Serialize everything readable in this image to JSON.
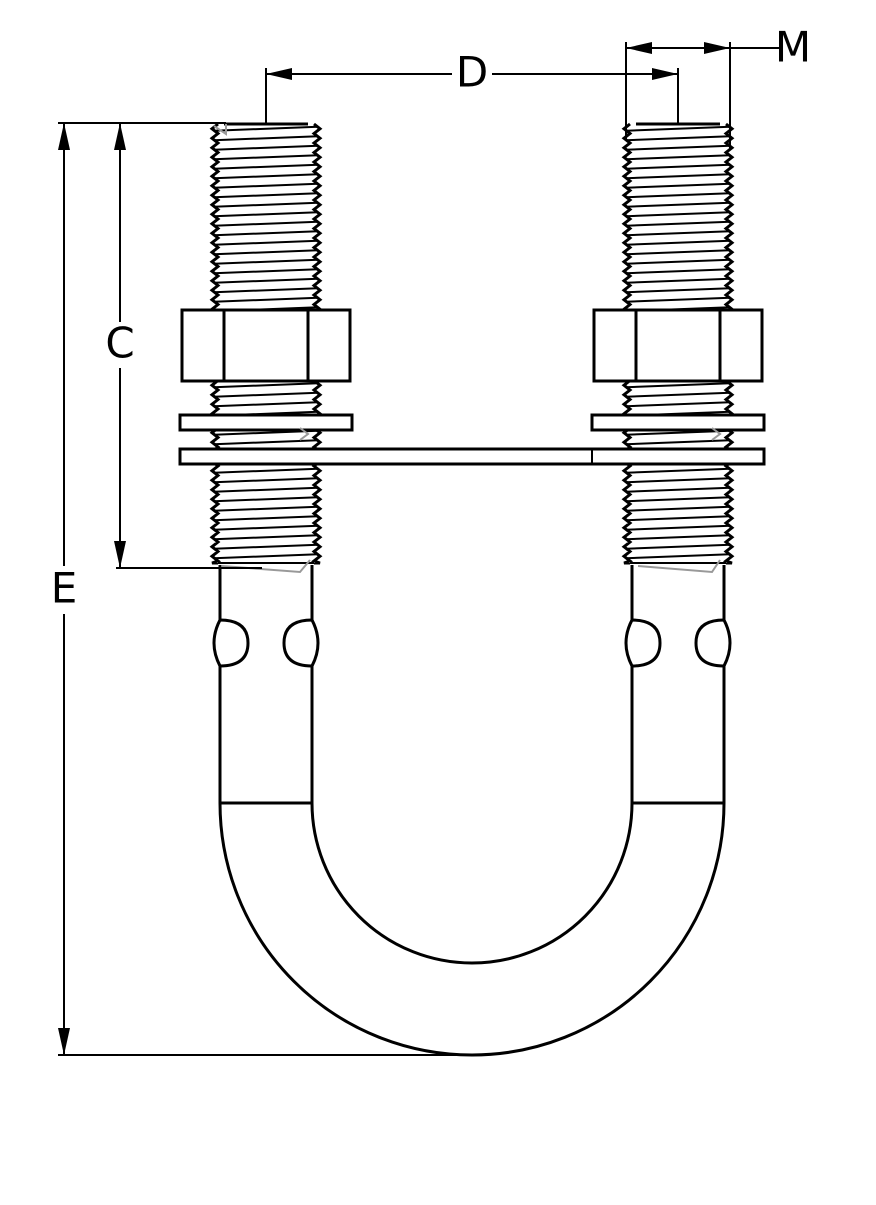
{
  "labels": {
    "D": "D",
    "M": "M",
    "C": "C",
    "E": "E"
  },
  "colors": {
    "line": "#000000",
    "hidden_edge": "#999999",
    "background": "#ffffff"
  }
}
